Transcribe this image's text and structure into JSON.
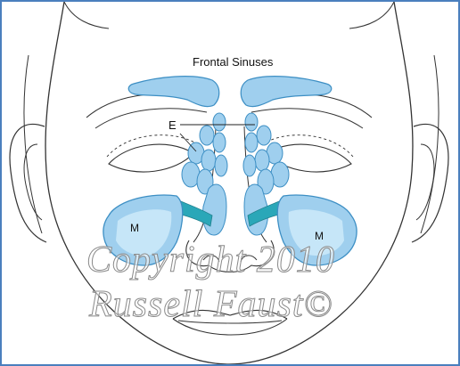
{
  "diagram": {
    "title": "Frontal Sinuses",
    "label_e": "E",
    "label_m_left": "M",
    "label_m_right": "M"
  },
  "watermark": {
    "line1": "Copyright 2010",
    "line2": "Russell Faust©"
  },
  "colors": {
    "border": "#4a7fbe",
    "sinus_fill": "#9fcfee",
    "sinus_stroke": "#3d8fc4",
    "connector_fill": "#2aa7b8",
    "line_art": "#333333"
  }
}
